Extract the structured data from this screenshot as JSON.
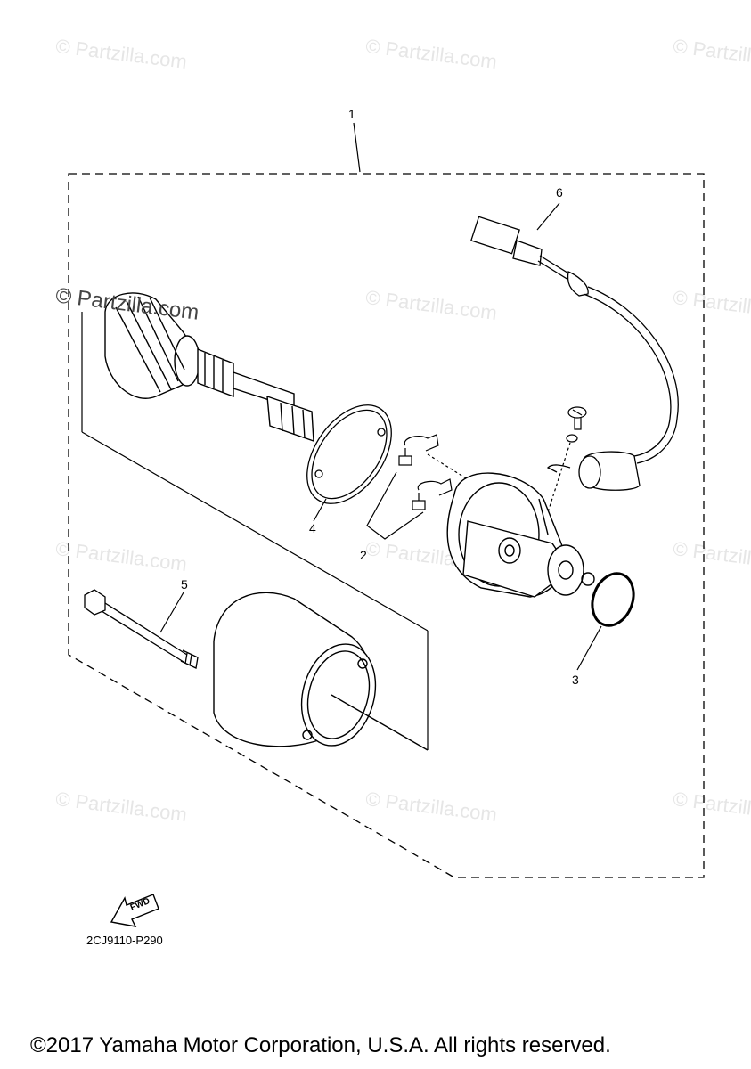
{
  "diagram": {
    "callouts": [
      "1",
      "2",
      "3",
      "4",
      "5",
      "6"
    ],
    "part_code": "2CJ9110-P290",
    "fwd_label": "FWD",
    "copyright": "©2017 Yamaha Motor Corporation, U.S.A. All rights reserved.",
    "watermark": "© Partzilla.com",
    "line_color": "#000000"
  }
}
